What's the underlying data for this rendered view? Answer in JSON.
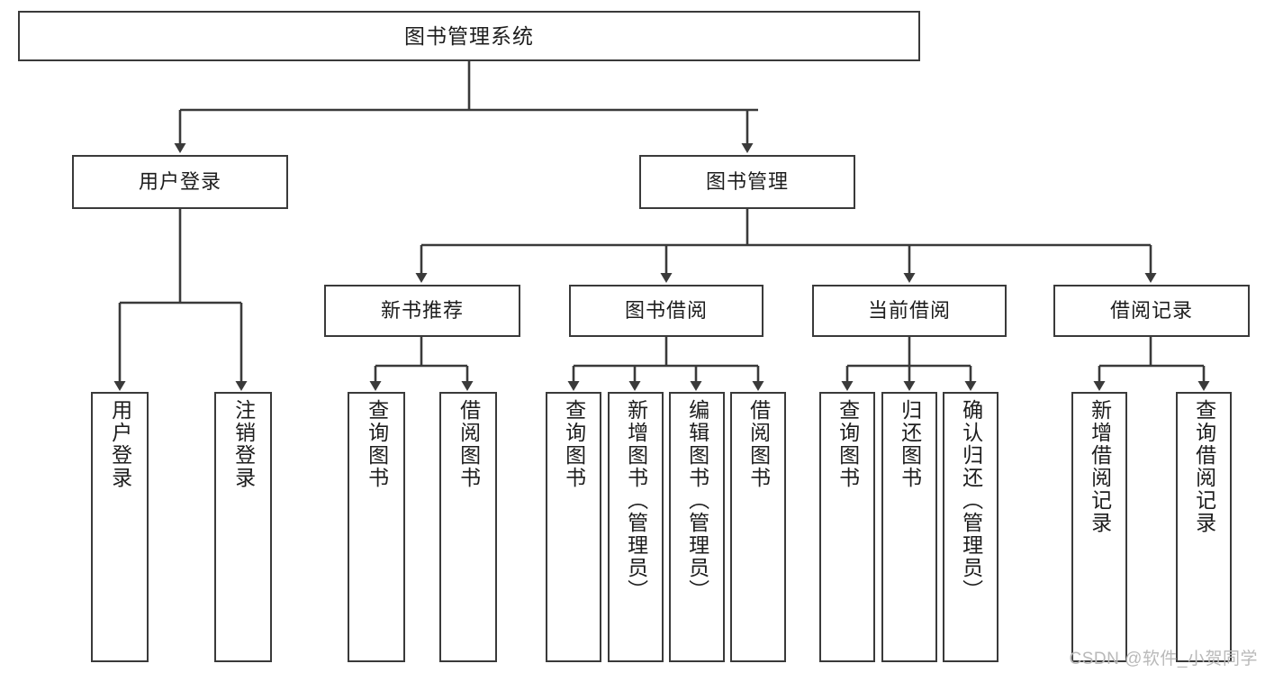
{
  "diagram": {
    "title": "图书管理系统",
    "type": "tree-hierarchy",
    "watermark": "CSDN @软件_小贺同学",
    "colors": {
      "background": "#ffffff",
      "box_border": "#3a3a3a",
      "box_fill": "#ffffff",
      "text": "#1d1d1d",
      "connector": "#3a3a3a",
      "watermark": "#b9b9b9"
    },
    "nodes": {
      "root": {
        "label": "图书管理系统"
      },
      "level2": [
        {
          "label": "用户登录"
        },
        {
          "label": "图书管理"
        }
      ],
      "level3": [
        {
          "label": "新书推荐"
        },
        {
          "label": "图书借阅"
        },
        {
          "label": "当前借阅"
        },
        {
          "label": "借阅记录"
        }
      ],
      "leaves_user_login": [
        {
          "label": "用户登录"
        },
        {
          "label": "注销登录"
        }
      ],
      "leaves_new_books": [
        {
          "label": "查询图书"
        },
        {
          "label": "借阅图书"
        }
      ],
      "leaves_borrow": [
        {
          "label": "查询图书"
        },
        {
          "label": "新增图书（管理员）"
        },
        {
          "label": "编辑图书（管理员）"
        },
        {
          "label": "借阅图书"
        }
      ],
      "leaves_current": [
        {
          "label": "查询图书"
        },
        {
          "label": "归还图书"
        },
        {
          "label": "确认归还（管理员）"
        }
      ],
      "leaves_records": [
        {
          "label": "新增借阅记录"
        },
        {
          "label": "查询借阅记录"
        }
      ]
    }
  }
}
